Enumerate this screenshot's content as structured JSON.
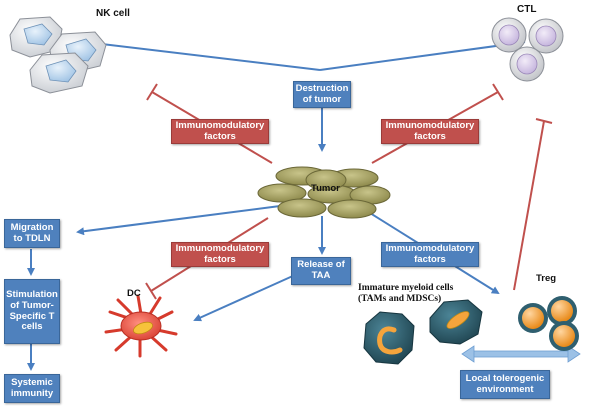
{
  "cells": {
    "nk_label": "NK cell",
    "ctl_label": "CTL",
    "tumor_label": "Tumor",
    "dc_label": "DC",
    "treg_label": "Treg",
    "myeloid_label": "Immature  myeloid cells\n(TAMs and MDSCs)"
  },
  "boxes": {
    "destruction": "Destruction\nof tumor",
    "release": "Release of\nTAA",
    "immuno_top_left": "Immunomodulatory\nfactors",
    "immuno_top_right": "Immunomodulatory\nfactors",
    "immuno_bottom_left": "Immunomodulatory\nfactors",
    "immuno_bottom_right": "Immunomodulatory\nfactors",
    "migration": "Migration\nto TDLN",
    "stimulation": "Stimulation\nof Tumor-\nSpecific T\ncells",
    "systemic": "Systemic\nimmunity",
    "local": "Local tolerogenic\nenvironment"
  },
  "colors": {
    "blue_box": "#4f81bd",
    "red_box": "#c0504d",
    "blue_arrow": "#4a7fc1",
    "red_inhibit": "#c0504d",
    "nk_cell": "#c8ddf0",
    "ctl_cell": "#d4c6e6",
    "tumor_cell": "#9a9a5a",
    "dc_cell": "#e85a4a",
    "treg_cell": "#f5a43c",
    "myeloid_cell": "#2f5f6f"
  }
}
